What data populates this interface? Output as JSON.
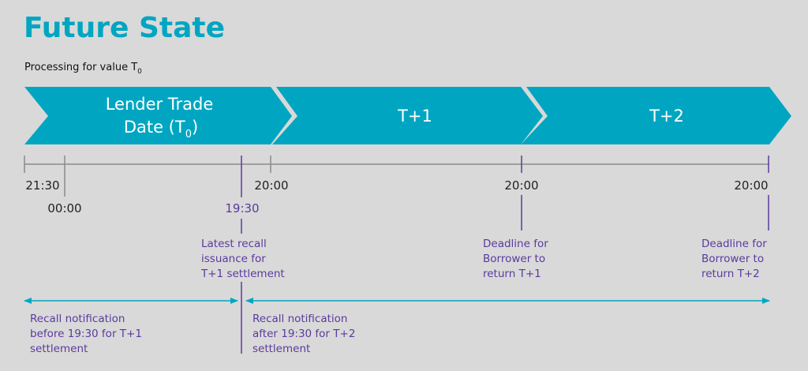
{
  "title": "Future State",
  "subtitle": {
    "text": "Processing for value T",
    "sub": "0"
  },
  "phases": [
    {
      "line1": "Lender Trade",
      "line2": "Date (T",
      "sub": "0",
      "line2_end": ")"
    },
    {
      "label": "T+1"
    },
    {
      "label": "T+2"
    }
  ],
  "times": {
    "t2130": "21:30",
    "t0000": "00:00",
    "t1930": "19:30",
    "t2000a": "20:00",
    "t2000b": "20:00",
    "t2000c": "20:00"
  },
  "annotations": {
    "latest_recall": [
      "Latest recall",
      "issuance for",
      "T+1 settlement"
    ],
    "deadline_t1": [
      "Deadline for",
      "Borrower to",
      "return T+1"
    ],
    "deadline_t2": [
      "Deadline for",
      "Borrower to",
      "return T+2"
    ],
    "before": [
      "Recall notification",
      "before 19:30 for T+1",
      "settlement"
    ],
    "after": [
      "Recall notification",
      "after 19:30 for T+2",
      "settlement"
    ]
  },
  "colors": {
    "teal": "#00a6c1",
    "purple": "#5b3a9e",
    "axis": "#8a8a8a",
    "background": "#d9d9d9"
  }
}
